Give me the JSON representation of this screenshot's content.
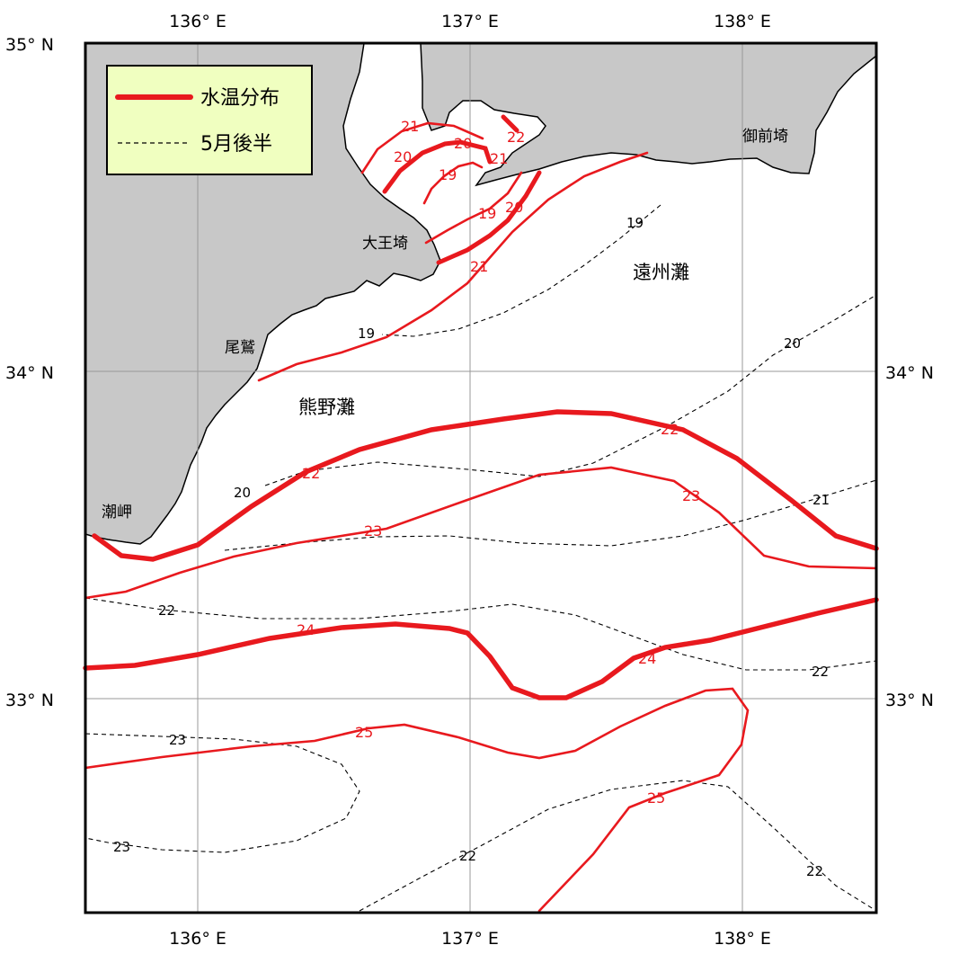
{
  "axes": {
    "lon_top": [
      "136° E",
      "137° E",
      "138° E"
    ],
    "lon_bottom": [
      "136° E",
      "137° E",
      "138° E"
    ],
    "lat_left": [
      "35° N",
      "34° N",
      "33° N"
    ],
    "lat_right": [
      "34° N",
      "33° N"
    ]
  },
  "legend": {
    "current": "水温分布",
    "previous": "5月後半"
  },
  "places": {
    "omaezaki": "御前埼",
    "daiozaki": "大王埼",
    "enshunada": "遠州灘",
    "owase": "尾鷲",
    "kumanonada": "熊野灘",
    "shionomisaki": "潮岬"
  },
  "isotherm_labels": {
    "current": {
      "t21_bay": "21",
      "t20_bay": "20",
      "t19_bay": "19",
      "t20_mouth": "20",
      "t22_mouth": "22",
      "t21_mouth": "21",
      "t19_mouth": "19",
      "t20_mouth2": "20",
      "t21_south": "21",
      "t22_east": "22",
      "t22_west": "22",
      "t23_east": "23",
      "t23_west": "23",
      "t24_west": "24",
      "t24_east": "24",
      "t25_west": "25",
      "t25_south": "25"
    },
    "previous": {
      "t19_north": "19",
      "t19_coast": "19",
      "t20_east": "20",
      "t20_west": "20",
      "t21_east": "21",
      "t22_west": "22",
      "t22_east": "22",
      "t23_north": "23",
      "t23_south": "23",
      "t22_south": "22",
      "t22_se": "22"
    }
  },
  "colors": {
    "land": "#c8c8c8",
    "isotherm_current": "#e8191e",
    "isotherm_previous": "#000000",
    "legend_bg": "#f0ffc0"
  }
}
